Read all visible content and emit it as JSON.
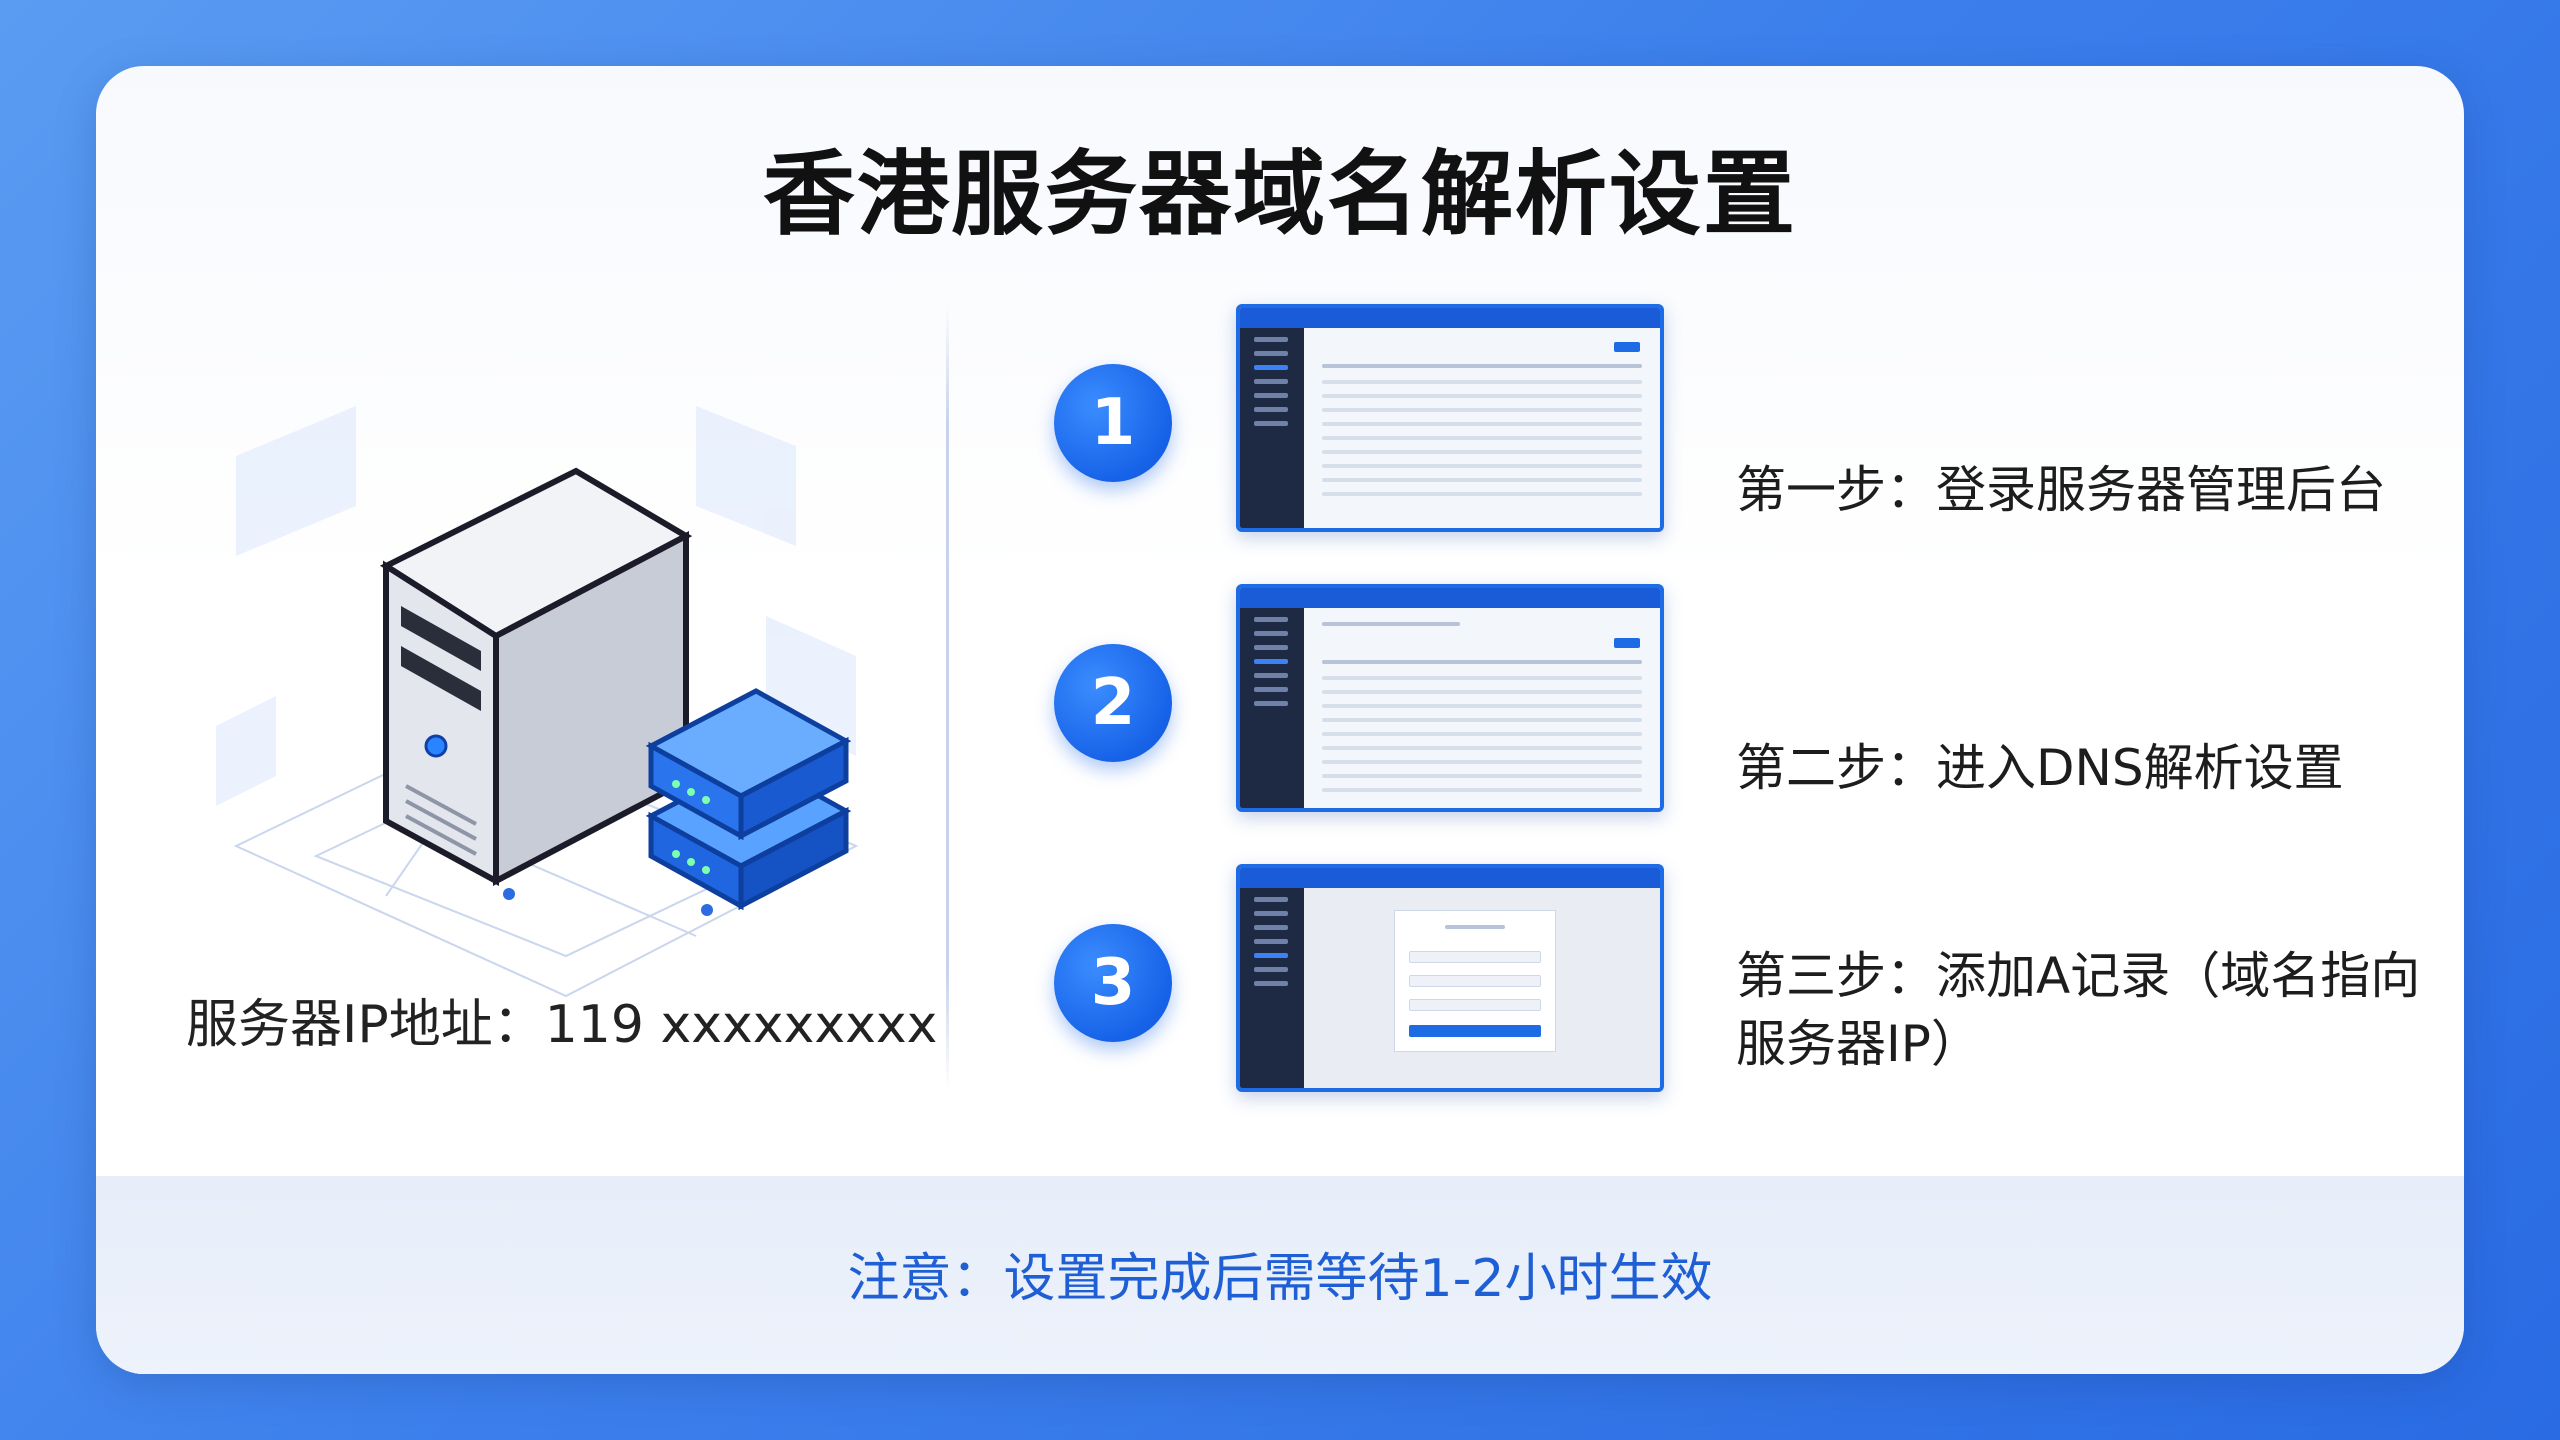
{
  "title": "香港服务器域名解析设置",
  "server": {
    "ip_label": "服务器IP地址：119 xxxxxxxxx"
  },
  "steps": [
    {
      "number": "1",
      "text": "第一步：登录服务器管理后台"
    },
    {
      "number": "2",
      "text": "第二步：进入DNS解析设置"
    },
    {
      "number": "3",
      "text": "第三步：添加A记录（域名指向服务器IP）"
    }
  ],
  "note": "注意：设置完成后需等待1-2小时生效",
  "colors": {
    "accent": "#1e6be6",
    "note": "#1f5fd6",
    "background": "#3d80ec"
  },
  "icons": [
    "server-tower-icon",
    "server-stack-icon"
  ]
}
